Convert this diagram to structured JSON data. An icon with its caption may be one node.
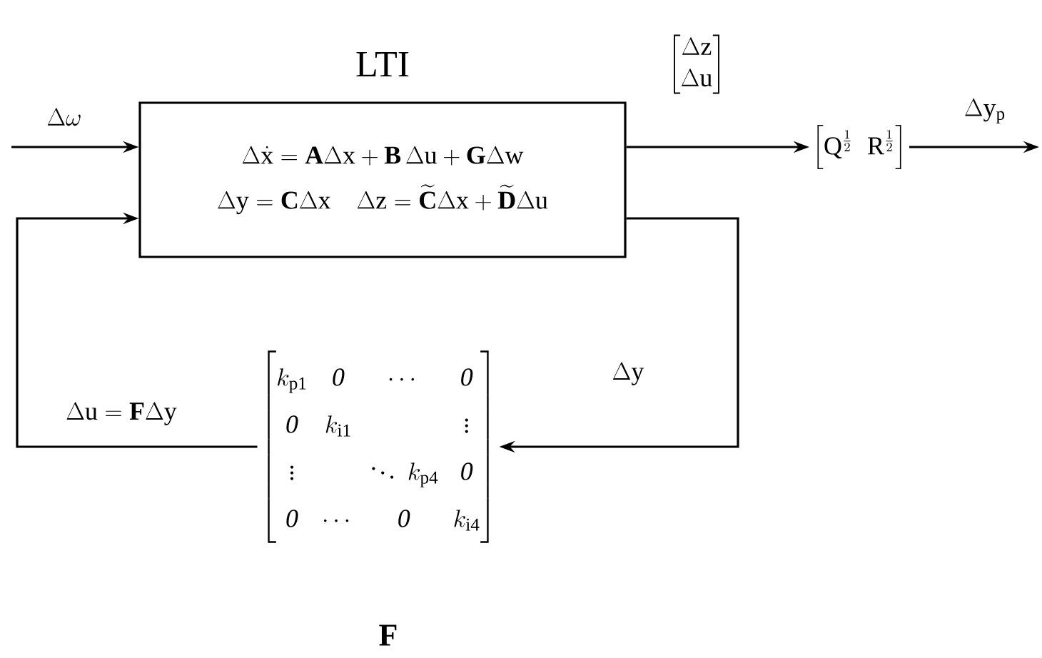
{
  "diagram": {
    "nodes": [
      {
        "text": [
          "LTI",
          "\\Delta\\dot{\\mathrm{x}} = \\mathbf{A}\\Delta\\mathrm{x} + \\mathbf{B}\\,\\Delta\\mathrm{u} + \\mathbf{G}\\Delta\\mathrm{w}",
          "\\Delta\\mathrm{y} = \\mathbf{C}\\Delta\\mathrm{x} \\quad \\Delta\\mathrm{z} = \\widetilde{\\mathbf{C}}\\Delta\\mathrm{x} + \\widetilde{\\mathbf{D}}\\Delta\\mathrm{u}"
        ]
      },
      {
        "text": [
          "\\begin{bmatrix} \\mathrm{Q}^{\\frac{1}{2}} & \\mathrm{R}^{\\frac{1}{2}} \\end{bmatrix}"
        ]
      },
      {
        "text": [
          "\\begin{bmatrix} k_{\\mathrm{p1}} & \\mathit{0} & \\cdots & \\mathit{0} \\\\ \\mathit{0} & k_{\\mathrm{i1}} & & \\vdots \\\\ \\vdots & & \\ddots \\; k_{\\mathrm{p4}} & \\mathit{0} \\\\ \\mathit{0} & \\cdots & \\mathit{0} & k_{\\mathrm{i4}} \\end{bmatrix}",
          "\\mathbf{F}"
        ]
      }
    ],
    "edges": [
      {
        "from": null,
        "to": 0,
        "arrow": "to",
        "label": "\\Delta\\omega"
      },
      {
        "from": 0,
        "to": 1,
        "arrow": "to",
        "label": "\\begin{bmatrix} \\Delta\\mathrm{z} \\\\ \\Delta\\mathrm{u} \\end{bmatrix}"
      },
      {
        "from": 1,
        "to": null,
        "arrow": "to",
        "label": "\\Delta\\mathrm{y}_{\\mathrm{p}}"
      },
      {
        "from": 0,
        "to": 2,
        "arrow": "to",
        "label": "\\Delta\\mathrm{y}"
      },
      {
        "from": 2,
        "to": 0,
        "arrow": "to",
        "label": "\\Delta\\mathrm{u} = \\mathbf{F}\\Delta\\mathrm{y}"
      }
    ]
  }
}
